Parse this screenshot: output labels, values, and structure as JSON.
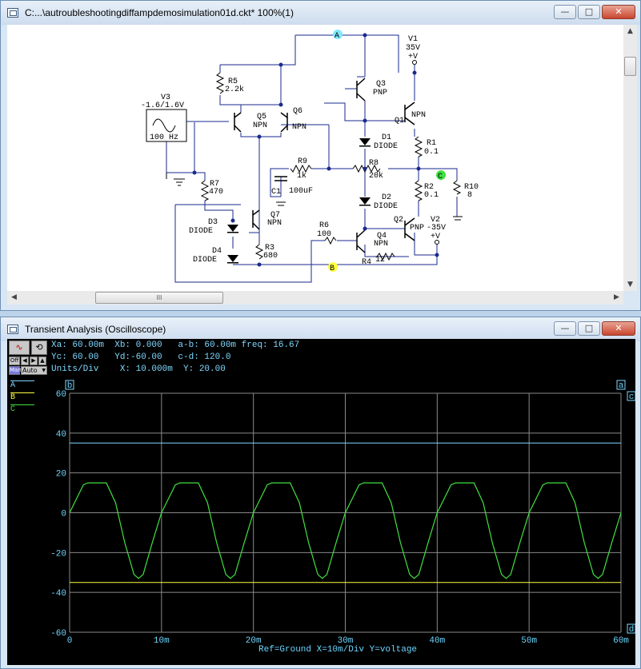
{
  "schematic_window": {
    "title": "C:...\\autroubleshootingdiffampdemosimulation01d.ckt* 100%(1)",
    "controls": {
      "minimize": "—",
      "maximize": "□",
      "close": "✕"
    },
    "scroll_thumb_glyph": "III",
    "nodes": {
      "a": "A",
      "b": "B",
      "c": "C"
    },
    "components": {
      "v1": {
        "name": "V1",
        "value": "35V",
        "sign": "+V"
      },
      "v2": {
        "name": "V2",
        "value": "-35V",
        "sign": "+V"
      },
      "v3": {
        "name": "V3",
        "value": "-1.6/1.6V",
        "freq": "100 Hz"
      },
      "r1": {
        "name": "R1",
        "value": "0.1"
      },
      "r2": {
        "name": "R2",
        "value": "0.1"
      },
      "r3": {
        "name": "R3",
        "value": "680"
      },
      "r4": {
        "name": "R4",
        "value": "12"
      },
      "r5": {
        "name": "R5",
        "value": "2.2k"
      },
      "r6": {
        "name": "R6",
        "value": "100"
      },
      "r7": {
        "name": "R7",
        "value": "470"
      },
      "r8": {
        "name": "R8",
        "value": "20k"
      },
      "r9": {
        "name": "R9",
        "value": "1k"
      },
      "r10": {
        "name": "R10",
        "value": "8"
      },
      "c1": {
        "name": "C1",
        "value": "100uF"
      },
      "d1": {
        "name": "D1",
        "type": "DIODE"
      },
      "d2": {
        "name": "D2",
        "type": "DIODE"
      },
      "d3": {
        "name": "D3",
        "type": "DIODE"
      },
      "d4": {
        "name": "D4",
        "type": "DIODE"
      },
      "q1": {
        "name": "Q1",
        "type": "NPN"
      },
      "q2": {
        "name": "Q2",
        "type": "PNP"
      },
      "q3": {
        "name": "Q3",
        "type": "PNP"
      },
      "q4": {
        "name": "Q4",
        "type": "NPN"
      },
      "q5": {
        "name": "Q5",
        "type": "NPN"
      },
      "q6": {
        "name": "Q6",
        "type": "NPN"
      },
      "q7": {
        "name": "Q7",
        "type": "NPN"
      }
    }
  },
  "scope_window": {
    "title": "Transient Analysis (Oscilloscope)",
    "controls": {
      "minimize": "—",
      "maximize": "□",
      "close": "✕"
    },
    "toolbar": {
      "off": "Off",
      "man": "Man",
      "auto": "Auto",
      "cursor_icon": "cursor-icon",
      "reset_icon": "reset-icon"
    },
    "readout": {
      "line1": "Xa: 60.00m  Xb: 0.000   a-b: 60.00m freq: 16.67",
      "line2": "Yc: 60.00   Yd:-60.00   c-d: 120.0",
      "line3": "Units/Div    X: 10.000m  Y: 20.00"
    },
    "legend": [
      {
        "label": "A",
        "color": "#7fd8ff"
      },
      {
        "label": "B",
        "color": "#ffff40"
      },
      {
        "label": "C",
        "color": "#40e040"
      }
    ],
    "cursor_labels": {
      "a": "a",
      "b": "b",
      "c": "c",
      "d": "d"
    },
    "footer": "Ref=Ground  X=10m/Div Y=voltage"
  },
  "chart_data": {
    "type": "line",
    "x_tick_labels": [
      "0",
      "10m",
      "20m",
      "30m",
      "40m",
      "50m",
      "60m"
    ],
    "y_tick_labels": [
      "60",
      "40",
      "20",
      "0",
      "-20",
      "-40",
      "-60"
    ],
    "xlim": [
      0,
      0.06
    ],
    "ylim": [
      -60,
      60
    ],
    "grid": true,
    "series": [
      {
        "name": "A",
        "color": "#7fd8ff",
        "constant": 35
      },
      {
        "name": "B",
        "color": "#ffff40",
        "constant": -35
      },
      {
        "name": "C",
        "color": "#40e040",
        "frequency_hz": 100,
        "high": 15,
        "low": -33,
        "x": [
          0,
          0.0015,
          0.002,
          0.0025,
          0.004,
          0.005,
          0.006,
          0.007,
          0.0075,
          0.008,
          0.009,
          0.01
        ],
        "y": [
          0,
          14,
          15,
          15,
          15,
          5,
          -15,
          -31,
          -33,
          -31,
          -15,
          0
        ]
      }
    ]
  }
}
